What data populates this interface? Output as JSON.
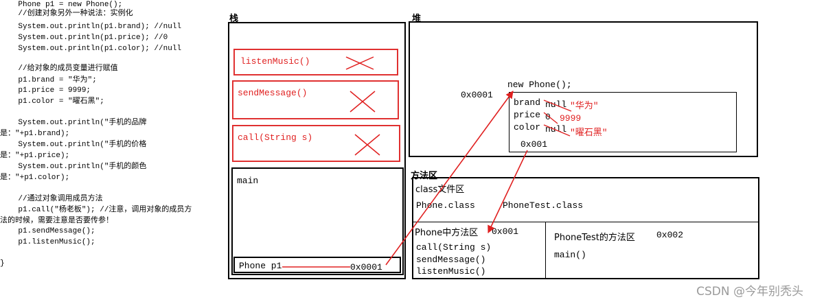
{
  "code_lines": [
    "    Phone p1 = new Phone();",
    "    //创建对象另外一种说法：实例化",
    "    System.out.println(p1.brand); //null",
    "    System.out.println(p1.price); //0",
    "    System.out.println(p1.color); //null",
    "",
    "    //给对象的成员变量进行赋值",
    "    p1.brand = \"华为\";",
    "    p1.price = 9999;",
    "    p1.color = \"曜石黑\";",
    "",
    "    System.out.println(\"手机的品牌",
    "是：\"+p1.brand);",
    "    System.out.println(\"手机的价格",
    "是：\"+p1.price);",
    "    System.out.println(\"手机的颜色",
    "是：\"+p1.color);",
    "",
    "    //通过对象调用成员方法",
    "    p1.call(\"杨老板\"); //注意，调用对象的成员方",
    "法的时候，需要注意是否要传参！",
    "    p1.sendMessage();",
    "    p1.listenMusic();",
    "",
    "}"
  ],
  "stack": {
    "title": "栈",
    "frames": [
      "listenMusic()",
      "sendMessage()",
      "call(String s)"
    ],
    "main_label": "main",
    "var_label": "Phone p1",
    "var_value": "0x0001"
  },
  "heap": {
    "title": "堆",
    "new_label": "new Phone();",
    "address": "0x0001",
    "fields": [
      {
        "name": "brand",
        "old": "null",
        "new": "\"华为\""
      },
      {
        "name": "price",
        "old": "0",
        "new": "9999"
      },
      {
        "name": "color",
        "old": "null",
        "new": "\"曜石黑\""
      }
    ],
    "method_ref": "0x001"
  },
  "method_area": {
    "title": "方法区",
    "class_file_title": "class文件区",
    "class_files": [
      "Phone.class",
      "PhoneTest.class"
    ],
    "phone_area_title": "Phone中方法区",
    "phone_area_address": "0x001",
    "phone_methods": [
      "call(String s)",
      "sendMessage()",
      "listenMusic()"
    ],
    "test_area_title": "PhoneTest的方法区",
    "test_area_address": "0x002",
    "test_methods": [
      "main()"
    ]
  },
  "watermark": "CSDN @今年别秃头",
  "colors": {
    "arrow": "#e02020",
    "frame_border": "#e03030"
  }
}
